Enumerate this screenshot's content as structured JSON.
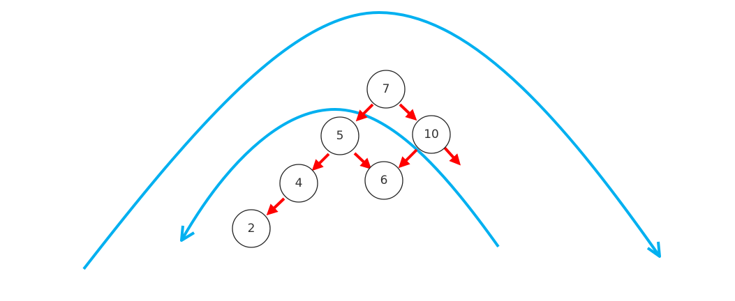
{
  "colors": {
    "curve": "#00b0f0",
    "edge": "#ff0000",
    "node_stroke": "#222222"
  },
  "nodes": [
    {
      "id": "n7",
      "label": "7"
    },
    {
      "id": "n5",
      "label": "5"
    },
    {
      "id": "n10",
      "label": "10"
    },
    {
      "id": "n4",
      "label": "4"
    },
    {
      "id": "n6",
      "label": "6"
    },
    {
      "id": "n2",
      "label": "2"
    }
  ],
  "edges": [
    {
      "from": "7",
      "to": "5"
    },
    {
      "from": "7",
      "to": "10"
    },
    {
      "from": "10",
      "to": "(none)"
    },
    {
      "from": "5",
      "to": "4"
    },
    {
      "from": "5",
      "to": "6"
    },
    {
      "from": "10",
      "to": "6"
    },
    {
      "from": "4",
      "to": "2"
    }
  ]
}
